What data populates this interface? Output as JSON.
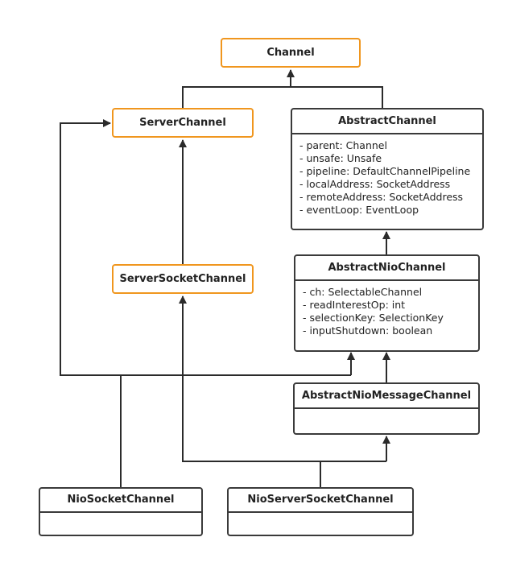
{
  "diagram": {
    "interfaces": {
      "channel": "Channel",
      "server_channel": "ServerChannel",
      "server_socket_channel": "ServerSocketChannel"
    },
    "classes": {
      "abstract_channel": {
        "name": "AbstractChannel",
        "attributes": [
          "- parent: Channel",
          "- unsafe: Unsafe",
          "- pipeline: DefaultChannelPipeline",
          "- localAddress: SocketAddress",
          "- remoteAddress: SocketAddress",
          "- eventLoop: EventLoop"
        ]
      },
      "abstract_nio_channel": {
        "name": "AbstractNioChannel",
        "attributes": [
          "- ch: SelectableChannel",
          "- readInterestOp: int",
          "- selectionKey: SelectionKey",
          "- inputShutdown: boolean"
        ]
      },
      "abstract_nio_message_channel": {
        "name": "AbstractNioMessageChannel"
      },
      "nio_socket_channel": {
        "name": "NioSocketChannel"
      },
      "nio_server_socket_channel": {
        "name": "NioServerSocketChannel"
      }
    },
    "colors": {
      "interface_border": "#f0961e",
      "class_border": "#3a3a3a",
      "line": "#2b2b2b"
    }
  }
}
